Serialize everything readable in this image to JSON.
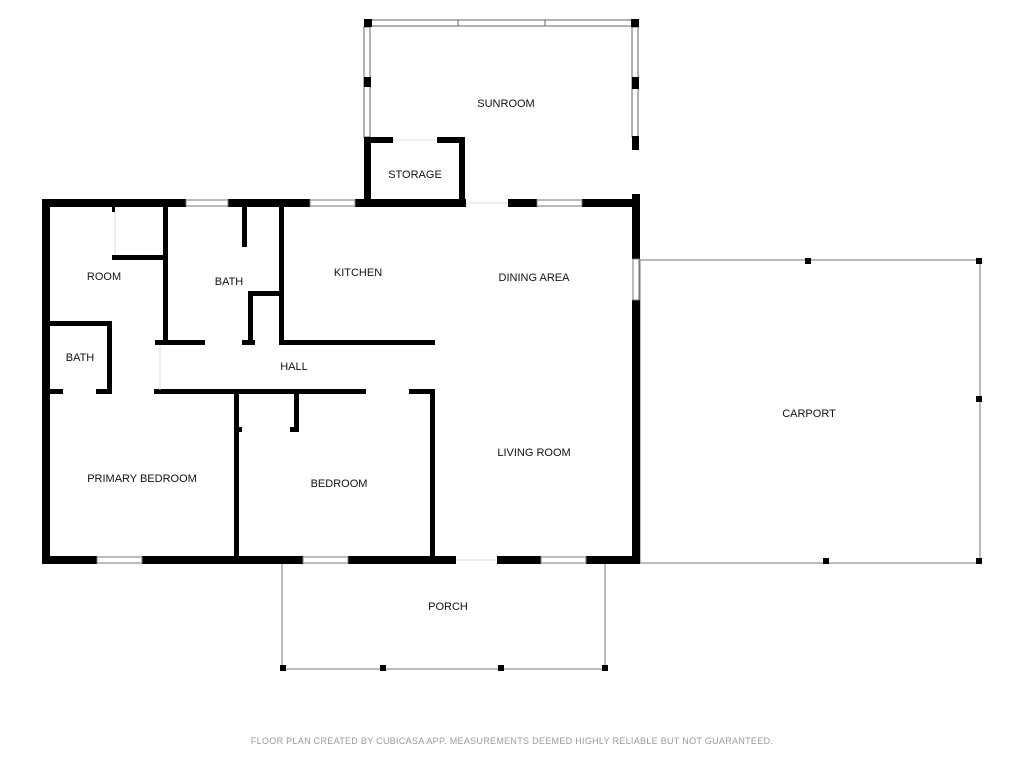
{
  "rooms": {
    "sunroom": "SUNROOM",
    "storage": "STORAGE",
    "room": "ROOM",
    "bath_upper": "BATH",
    "kitchen": "KITCHEN",
    "dining_area": "DINING AREA",
    "bath_small": "BATH",
    "hall": "HALL",
    "carport": "CARPORT",
    "living_room": "LIVING ROOM",
    "primary_bedroom": "PRIMARY BEDROOM",
    "bedroom": "BEDROOM",
    "porch": "PORCH"
  },
  "footer": "FLOOR PLAN CREATED BY CUBICASA APP. MEASUREMENTS DEEMED HIGHLY RELIABLE BUT NOT GUARANTEED.",
  "colors": {
    "wall": "#000000",
    "thin": "#555555",
    "footer": "#9a9a9a"
  }
}
